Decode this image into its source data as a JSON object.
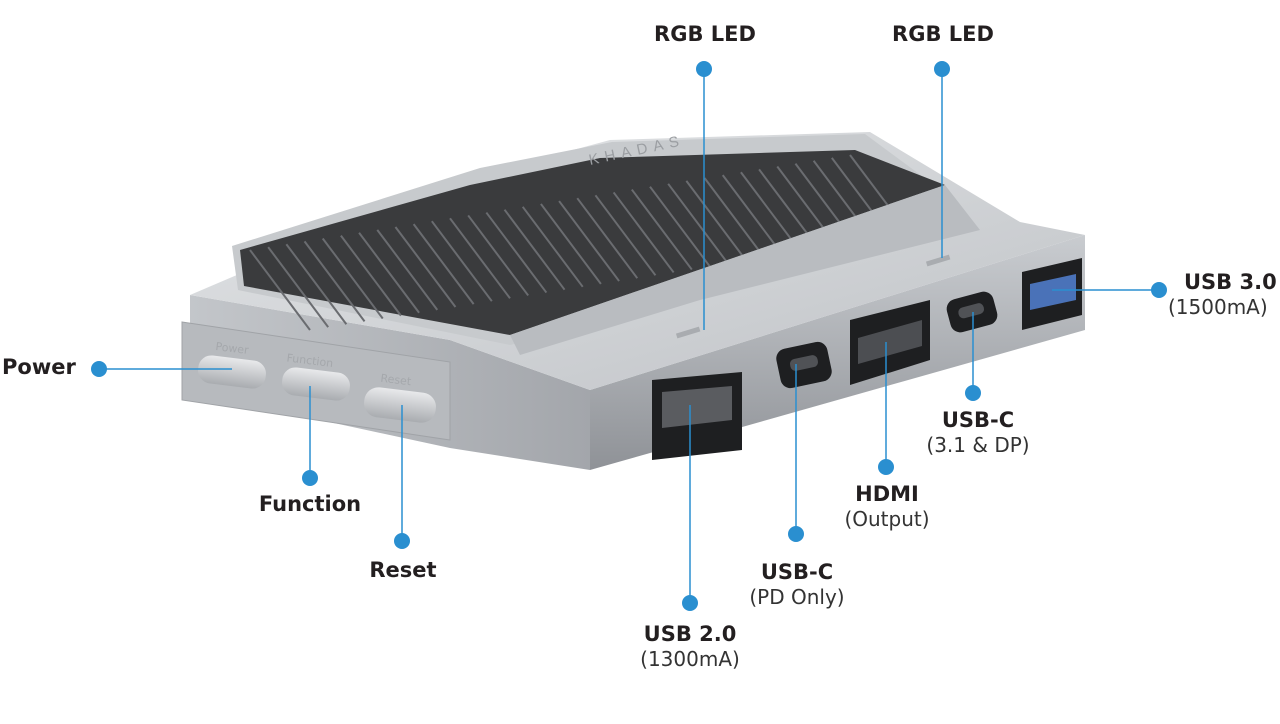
{
  "colors": {
    "callout": "#2a8fd0",
    "body_light": "#d6d8db",
    "body_mid": "#b4b7bb",
    "body_dark": "#8e9196",
    "heatsink": "#3a3b3d",
    "port_dark": "#1e1f21"
  },
  "device": {
    "brand_text": "KHADAS",
    "button_engravings": [
      "Power",
      "Function",
      "Reset"
    ]
  },
  "callouts": [
    {
      "id": "rgb-led-left",
      "title": "RGB LED",
      "subtitle": ""
    },
    {
      "id": "rgb-led-right",
      "title": "RGB LED",
      "subtitle": ""
    },
    {
      "id": "usb-3-0",
      "title": "USB 3.0",
      "subtitle": "(1500mA)"
    },
    {
      "id": "power",
      "title": "Power",
      "subtitle": ""
    },
    {
      "id": "function",
      "title": "Function",
      "subtitle": ""
    },
    {
      "id": "reset",
      "title": "Reset",
      "subtitle": ""
    },
    {
      "id": "usb-c-dp",
      "title": "USB-C",
      "subtitle": "(3.1 & DP)"
    },
    {
      "id": "hdmi",
      "title": "HDMI",
      "subtitle": "(Output)"
    },
    {
      "id": "usb-c-pd",
      "title": "USB-C",
      "subtitle": "(PD Only)"
    },
    {
      "id": "usb-2-0",
      "title": "USB 2.0",
      "subtitle": "(1300mA)"
    }
  ]
}
